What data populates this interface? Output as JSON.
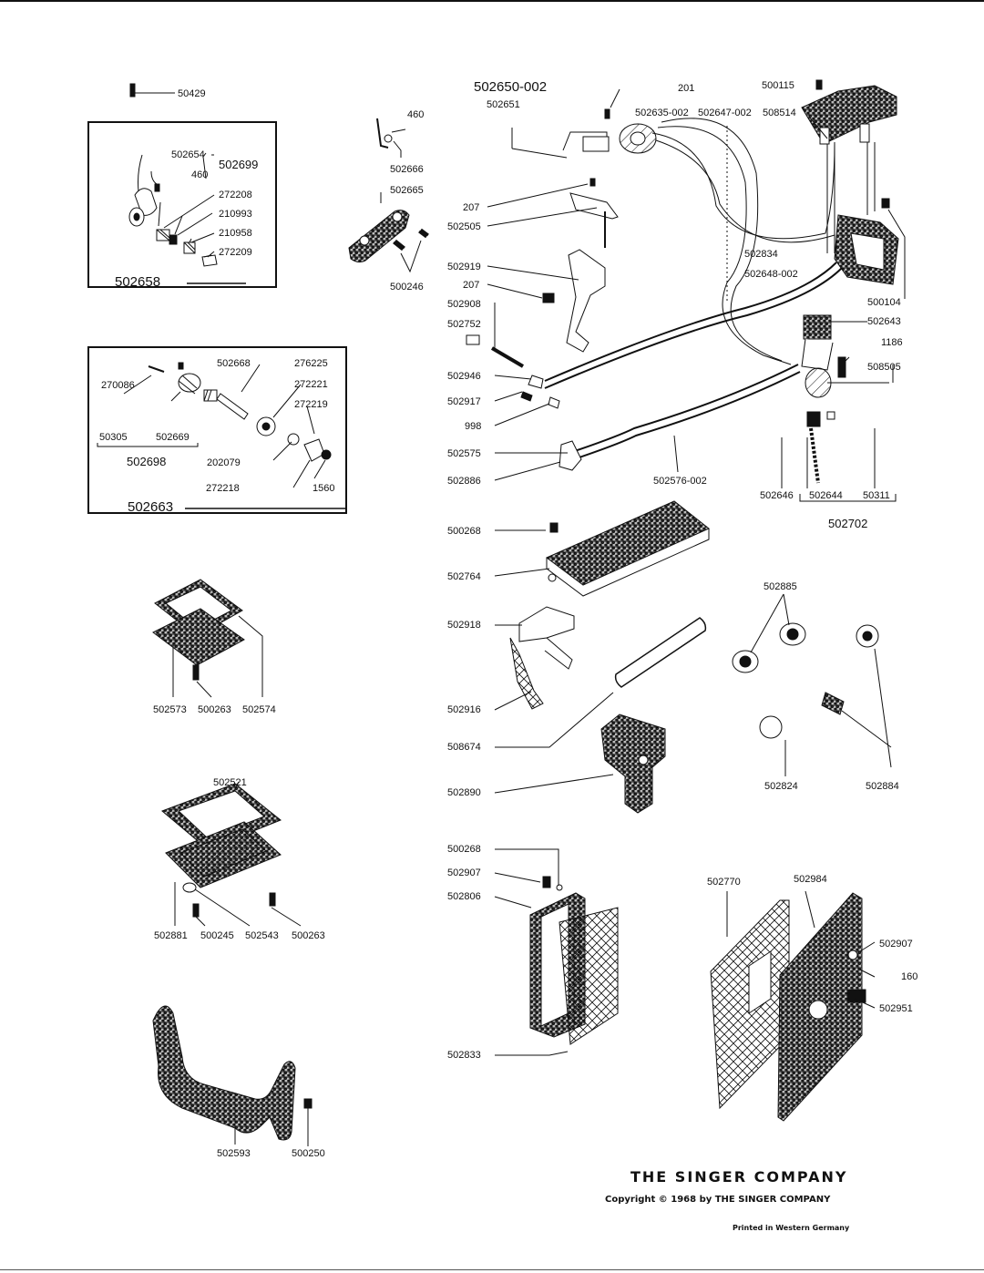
{
  "labels": {
    "l50429": "50429",
    "l502654": "502654",
    "l460a": "460",
    "l502699": "502699",
    "l272208": "272208",
    "l210993": "210993",
    "l210958": "210958",
    "l272209": "272209",
    "l502658": "502658",
    "l460b": "460",
    "l502666": "502666",
    "l502665": "502665",
    "l500246": "500246",
    "l502668": "502668",
    "l276225": "276225",
    "l270086": "270086",
    "l272221": "272221",
    "l272219": "272219",
    "l50305": "50305",
    "l502669": "502669",
    "l502698": "502698",
    "l202079": "202079",
    "l272218": "272218",
    "l1560": "1560",
    "l502663": "502663",
    "l502650": "502650-002",
    "l502651": "502651",
    "l201": "201",
    "l500115": "500115",
    "l502635": "502635-002",
    "l502647": "502647-002",
    "l508514": "508514",
    "l207a": "207",
    "l502505": "502505",
    "l502919": "502919",
    "l207b": "207",
    "l502908": "502908",
    "l502752": "502752",
    "l502946": "502946",
    "l502917": "502917",
    "l998": "998",
    "l502575": "502575",
    "l502886": "502886",
    "l502576": "502576-002",
    "l502834": "502834",
    "l502648": "502648-002",
    "l500104": "500104",
    "l502643": "502643",
    "l1186": "1186",
    "l508505": "508505",
    "l502646": "502646",
    "l502644": "502644",
    "l50311": "50311",
    "l502702": "502702",
    "l500268a": "500268",
    "l502764": "502764",
    "l502918": "502918",
    "l502916": "502916",
    "l508674": "508674",
    "l502890": "502890",
    "l502885": "502885",
    "l502824": "502824",
    "l502884": "502884",
    "l502573": "502573",
    "l500263a": "500263",
    "l502574": "502574",
    "l502521": "502521",
    "l502881": "502881",
    "l500245": "500245",
    "l502543": "502543",
    "l500263b": "500263",
    "l500268b": "500268",
    "l502907a": "502907",
    "l502806": "502806",
    "l502833": "502833",
    "l502770": "502770",
    "l502984": "502984",
    "l502907b": "502907",
    "l160": "160",
    "l502951": "502951",
    "l502593": "502593",
    "l500250": "500250"
  },
  "footer": {
    "title": "THE SINGER COMPANY",
    "copyright": "Copyright © 1968 by THE SINGER COMPANY",
    "printed": "Printed in Western Germany"
  },
  "colors": {
    "ink": "#111111",
    "paper": "#ffffff",
    "shade": "#8a8a8a"
  }
}
